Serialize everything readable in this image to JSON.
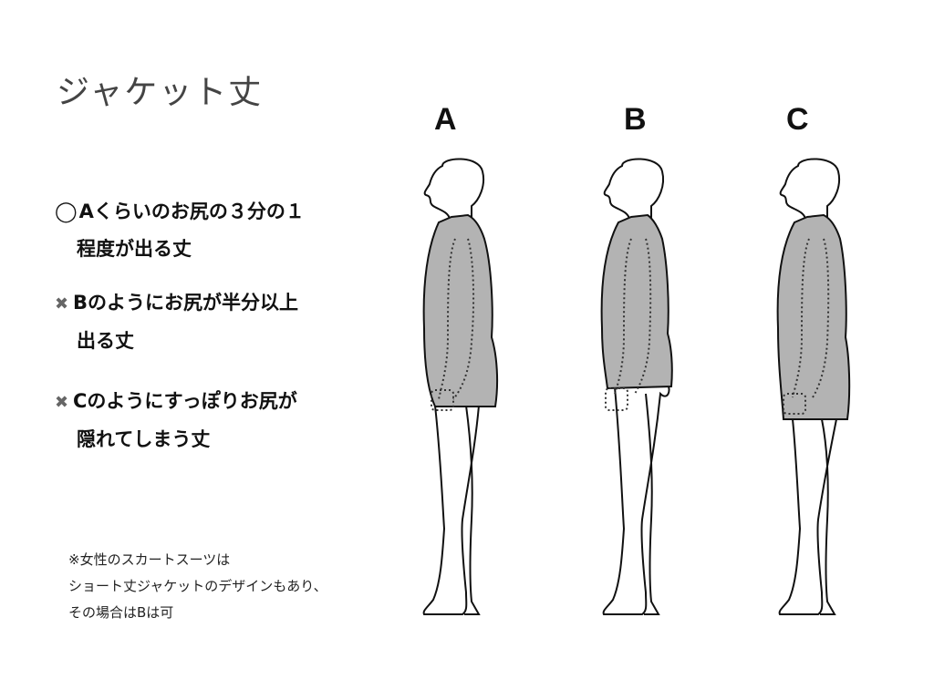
{
  "title": "ジャケット丈",
  "bullets": [
    {
      "mark": "◯",
      "line1": "Aくらいのお尻の３分の１",
      "line2": "程度が出る丈"
    },
    {
      "mark": "✖",
      "line1": "Bのようにお尻が半分以上",
      "line2": "出る丈"
    },
    {
      "mark": "✖",
      "line1": "Cのようにすっぽりお尻が",
      "line2": "隠れてしまう丈"
    }
  ],
  "note": {
    "line1": "※女性のスカートスーツは",
    "line2": "ショート丈ジャケットのデザインもあり、",
    "line3": "その場合はBは可"
  },
  "figures": [
    {
      "label": "A"
    },
    {
      "label": "B"
    },
    {
      "label": "C"
    }
  ],
  "colors": {
    "jacket": "#b3b3b3",
    "outline": "#111111",
    "title": "#444444"
  }
}
